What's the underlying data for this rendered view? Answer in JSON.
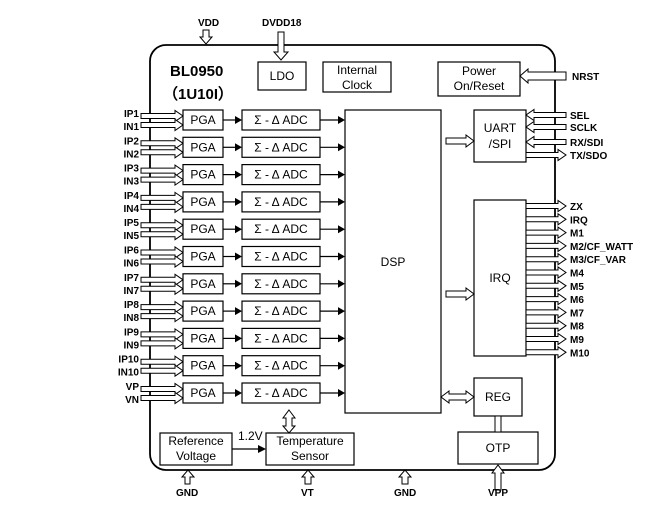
{
  "chip": {
    "name": "BL0950",
    "variant": "（1U10I）"
  },
  "top_pins": {
    "vdd": "VDD",
    "dvdd18": "DVDD18"
  },
  "bottom_pins": {
    "gnd_left": "GND",
    "vt": "VT",
    "gnd_mid": "GND",
    "vpp": "VPP"
  },
  "blocks": {
    "ldo": "LDO",
    "internal_clock": [
      "Internal",
      "Clock"
    ],
    "power_reset": [
      "Power",
      "On/Reset"
    ],
    "dsp": "DSP",
    "uart_spi": [
      "UART",
      "/SPI"
    ],
    "irq": "IRQ",
    "reg": "REG",
    "otp": "OTP",
    "reference_voltage": [
      "Reference",
      "Voltage"
    ],
    "temperature_sensor": [
      "Temperature",
      "Sensor"
    ],
    "vref_label": "1.2V"
  },
  "channels": [
    {
      "p": "IP1",
      "n": "IN1",
      "pga": "PGA",
      "adc": "Σ - Δ ADC"
    },
    {
      "p": "IP2",
      "n": "IN2",
      "pga": "PGA",
      "adc": "Σ - Δ ADC"
    },
    {
      "p": "IP3",
      "n": "IN3",
      "pga": "PGA",
      "adc": "Σ - Δ ADC"
    },
    {
      "p": "IP4",
      "n": "IN4",
      "pga": "PGA",
      "adc": "Σ - Δ ADC"
    },
    {
      "p": "IP5",
      "n": "IN5",
      "pga": "PGA",
      "adc": "Σ - Δ ADC"
    },
    {
      "p": "IP6",
      "n": "IN6",
      "pga": "PGA",
      "adc": "Σ - Δ ADC"
    },
    {
      "p": "IP7",
      "n": "IN7",
      "pga": "PGA",
      "adc": "Σ - Δ ADC"
    },
    {
      "p": "IP8",
      "n": "IN8",
      "pga": "PGA",
      "adc": "Σ - Δ ADC"
    },
    {
      "p": "IP9",
      "n": "IN9",
      "pga": "PGA",
      "adc": "Σ - Δ ADC"
    },
    {
      "p": "IP10",
      "n": "IN10",
      "pga": "PGA",
      "adc": "Σ - Δ ADC"
    },
    {
      "p": "VP",
      "n": "VN",
      "pga": "PGA",
      "adc": "Σ - Δ ADC"
    }
  ],
  "right_pins": {
    "nrst": "NRST",
    "serial": [
      "SEL",
      "SCLK",
      "RX/SDI",
      "TX/SDO"
    ],
    "irq_outputs": [
      "ZX",
      "IRQ",
      "M1",
      "M2/CF_WATT",
      "M3/CF_VAR",
      "M4",
      "M5",
      "M6",
      "M7",
      "M8",
      "M9",
      "M10"
    ]
  }
}
